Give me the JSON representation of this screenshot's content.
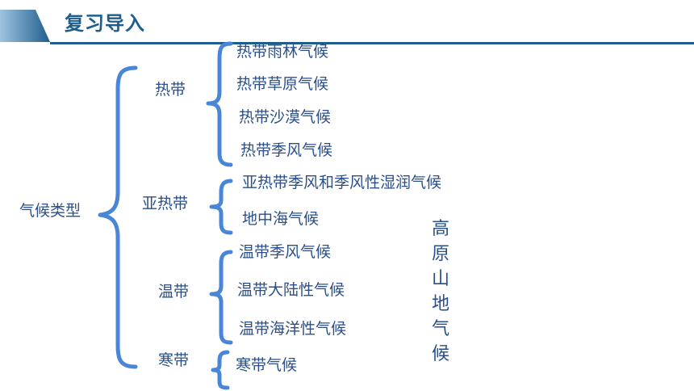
{
  "header": {
    "title": "复习导入"
  },
  "root": {
    "label": "气候类型"
  },
  "zones": [
    {
      "label": "热带",
      "climates": [
        "热带雨林气候",
        "热带草原气候",
        "热带沙漠气候",
        "热带季风气候"
      ]
    },
    {
      "label": "亚热带",
      "climates": [
        "亚热带季风和季风性湿润气候",
        "地中海气候"
      ]
    },
    {
      "label": "温带",
      "climates": [
        "温带季风气候",
        "温带大陆性气候",
        "温带海洋性气候"
      ]
    },
    {
      "label": "寒带",
      "climates": [
        "寒带气候"
      ]
    }
  ],
  "highland": {
    "chars": [
      "高",
      "原",
      "山",
      "地",
      "气",
      "候"
    ]
  },
  "colors": {
    "brace": "#4a86d8",
    "text": "#2a4f8a",
    "header": "#1f5e8c"
  }
}
